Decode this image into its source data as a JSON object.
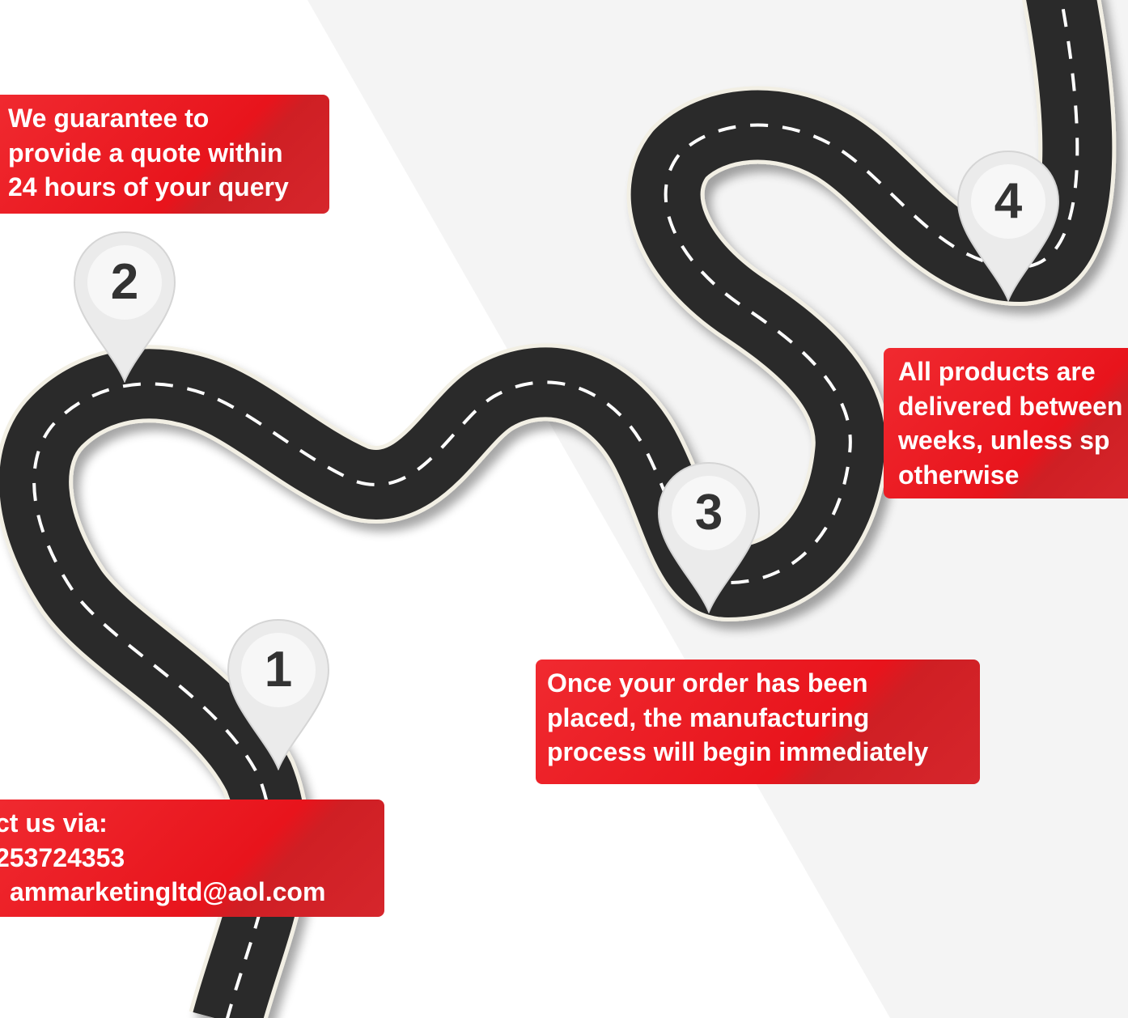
{
  "steps": [
    {
      "number": "2",
      "text_lines": [
        "We guarantee to",
        "provide a quote within",
        "24 hours of your query"
      ]
    },
    {
      "number": "4",
      "text_lines": [
        "All products are",
        "delivered between",
        "weeks, unless sp",
        "otherwise"
      ]
    },
    {
      "number": "3",
      "text_lines": [
        "Once your order has been",
        "placed, the manufacturing",
        "process will begin immediately"
      ]
    },
    {
      "number": "1",
      "text_lines": [
        "ct us via:",
        "253724353",
        "ammarketingltd@aol.com"
      ]
    }
  ],
  "colors": {
    "callout_red": "#e8141c",
    "road": "#2b2b2b",
    "road_edge": "#f2efe4",
    "dash": "#ffffff",
    "pin": "#ebebeb",
    "pin_number": "#333333",
    "background_band": "#f4f4f4"
  }
}
